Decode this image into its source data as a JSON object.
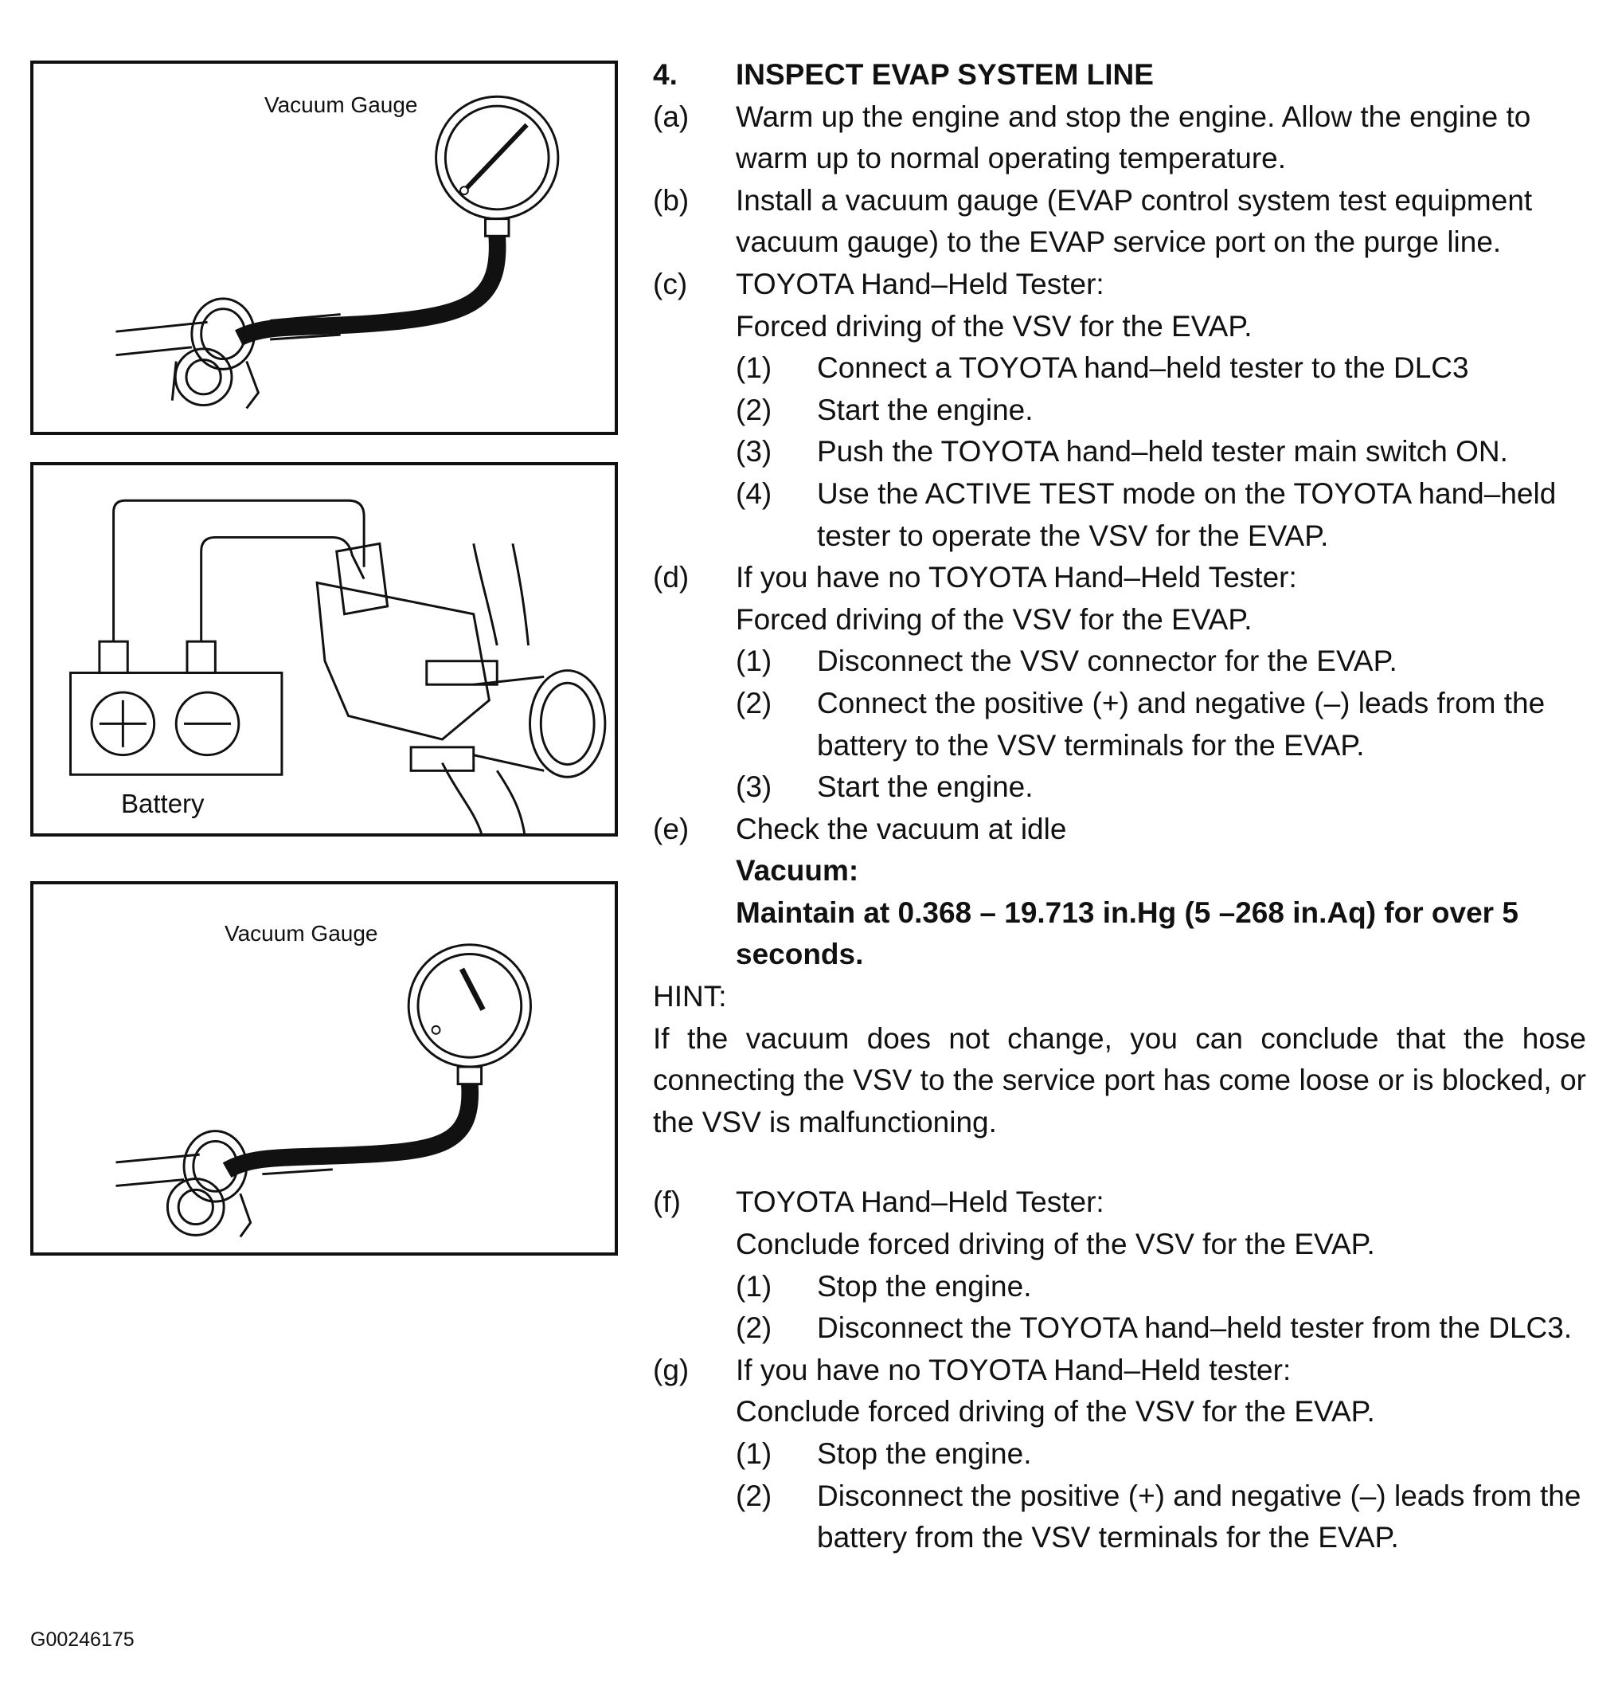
{
  "figures": {
    "gauge_label_top": "Vacuum Gauge",
    "battery_label": "Battery",
    "gauge_label_bottom": "Vacuum Gauge",
    "figure_code": "G00246175"
  },
  "section": {
    "number": "4.",
    "title": "INSPECT EVAP SYSTEM LINE"
  },
  "steps": {
    "a": {
      "marker": "(a)",
      "text": "Warm up the engine and stop the engine. Allow the engine to warm up to normal operating temperature."
    },
    "b": {
      "marker": "(b)",
      "text": "Install a vacuum gauge (EVAP control system test equipment vacuum gauge) to the EVAP service port on the purge line."
    },
    "c": {
      "marker": "(c)",
      "line1": "TOYOTA Hand–Held Tester:",
      "line2": "Forced driving of the VSV for the EVAP.",
      "sub": [
        {
          "marker": "(1)",
          "text": "Connect a TOYOTA hand–held tester to the DLC3"
        },
        {
          "marker": "(2)",
          "text": "Start the engine."
        },
        {
          "marker": "(3)",
          "text": "Push the TOYOTA hand–held tester main switch ON."
        },
        {
          "marker": "(4)",
          "text": "Use the ACTIVE TEST mode on the TOYOTA hand–held tester to operate the VSV for the EVAP."
        }
      ]
    },
    "d": {
      "marker": "(d)",
      "line1": "If you have no TOYOTA Hand–Held Tester:",
      "line2": "Forced driving of the VSV for the EVAP.",
      "sub": [
        {
          "marker": "(1)",
          "text": "Disconnect the VSV connector for the EVAP."
        },
        {
          "marker": "(2)",
          "text": "Connect the positive (+) and negative (–) leads from the battery to the VSV terminals for the EVAP."
        },
        {
          "marker": "(3)",
          "text": "Start the engine."
        }
      ]
    },
    "e": {
      "marker": "(e)",
      "line1": "Check the vacuum at idle",
      "spec_label": "Vacuum:",
      "spec_value": "Maintain at 0.368 – 19.713 in.Hg (5 –268 in.Aq) for over 5 seconds."
    },
    "hint_label": "HINT:",
    "hint_text": "If the vacuum does not change, you can conclude that the hose connecting the VSV to the service port has come loose or is blocked, or the VSV is malfunctioning.",
    "f": {
      "marker": "(f)",
      "line1": "TOYOTA Hand–Held Tester:",
      "line2": "Conclude forced driving of the VSV for the EVAP.",
      "sub": [
        {
          "marker": "(1)",
          "text": "Stop the engine."
        },
        {
          "marker": "(2)",
          "text": "Disconnect the TOYOTA hand–held tester from the DLC3."
        }
      ]
    },
    "g": {
      "marker": "(g)",
      "line1": "If you have no TOYOTA Hand–Held tester:",
      "line2": "Conclude forced driving of the VSV for the EVAP.",
      "sub": [
        {
          "marker": "(1)",
          "text": "Stop the engine."
        },
        {
          "marker": "(2)",
          "text": "Disconnect the positive (+) and negative (–) leads from the battery from the VSV terminals for the EVAP."
        }
      ]
    }
  }
}
